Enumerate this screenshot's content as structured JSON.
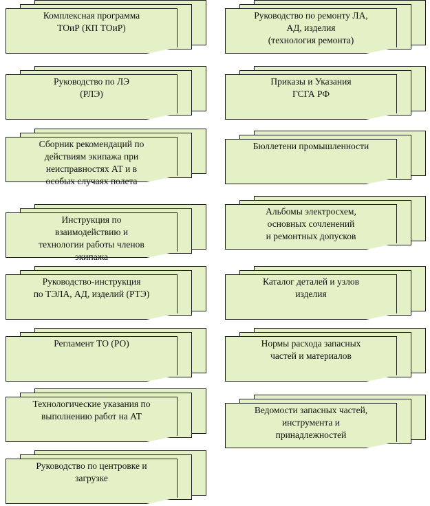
{
  "left_column": [
    {
      "text": "Комплексная программа\nТОиР (КП ТОиР)"
    },
    {
      "text": "Руководство по ЛЭ\n(РЛЭ)"
    },
    {
      "text": "Сборник рекомендаций по\nдействиям экипажа при\nнеисправностях АТ и в\nособых случаях полета"
    },
    {
      "text": "Инструкция по\nвзаимодействию и\nтехнологии работы членов\nэкипажа"
    },
    {
      "text": "Руководство-инструкция\nпо ТЭЛА, АД, изделий (РТЭ)"
    },
    {
      "text": "Регламент ТО (РО)"
    },
    {
      "text": "Технологические указания по\nвыполнению работ на АТ"
    },
    {
      "text": "Руководство по центровке и\nзагрузке"
    }
  ],
  "right_column": [
    {
      "text": "Руководство по ремонту ЛА,\nАД, изделия\n(технология ремонта)"
    },
    {
      "text": "Приказы и Указания\nГСГА РФ"
    },
    {
      "text": "Бюллетени промышленности"
    },
    {
      "text": "Альбомы электросхем,\nосновных сочленений\nи ремонтных допусков"
    },
    {
      "text": "Каталог деталей и узлов\nизделия"
    },
    {
      "text": "Нормы расхода запасных\nчастей и материалов"
    },
    {
      "text": "Ведомости запасных частей,\nинструмента и\nпринадлежностей"
    }
  ],
  "colors": {
    "sheet_fill": "#e4f1c6",
    "border": "#1a1a1a"
  },
  "icons": {
    "sheet": "multi-page-document-icon"
  }
}
